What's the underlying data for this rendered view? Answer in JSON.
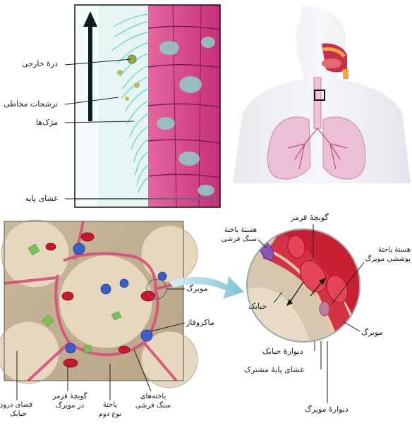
{
  "panel_airway": {
    "labels": {
      "foreign_particle": "ذرهٔ خارجی",
      "mucus_secretion": "ترشحات مخاطی",
      "cilia": "مژک‌ها",
      "basement_membrane": "غشای پایه"
    }
  },
  "panel_alveoli": {
    "labels": {
      "capillary": "مویرگ",
      "macrophage": "ماکروفاژ",
      "alveolar_space_l1": "فضای درون",
      "alveolar_space_l2": "حبابک",
      "rbc_l1": "گویچهٔ قرمز",
      "rbc_l2": "در مویرگ",
      "type2_l1": "یاختهٔ",
      "type2_l2": "نوع دوم",
      "squamous_l1": "یاخته‌های",
      "squamous_l2": "سنگ فرشی"
    }
  },
  "panel_detail": {
    "labels": {
      "red_blood_cell": "گویچهٔ قرمز",
      "squamous_nucleus_l1": "هستهٔ یاختهٔ",
      "squamous_nucleus_l2": "سنگ فرشی",
      "endothelial_nucleus_l1": "هستهٔ یاختهٔ",
      "endothelial_nucleus_l2": "پوششی مویرگ",
      "alveolus": "حبابک",
      "capillary": "مویرگ",
      "alveolar_wall": "دیوارهٔ حبابک",
      "common_basement_membrane": "غشای پایهٔ مشترک",
      "capillary_wall": "دیوارهٔ مویرگ"
    }
  },
  "colors": {
    "tissue_pink": "#d9478c",
    "cilia_teal": "#59d6c4",
    "blood_red": "#c8172e",
    "macrophage_blue": "#3b5fc9",
    "tissue_tan": "#d8c4a8",
    "arrow_teal": "#8cc9d6"
  }
}
